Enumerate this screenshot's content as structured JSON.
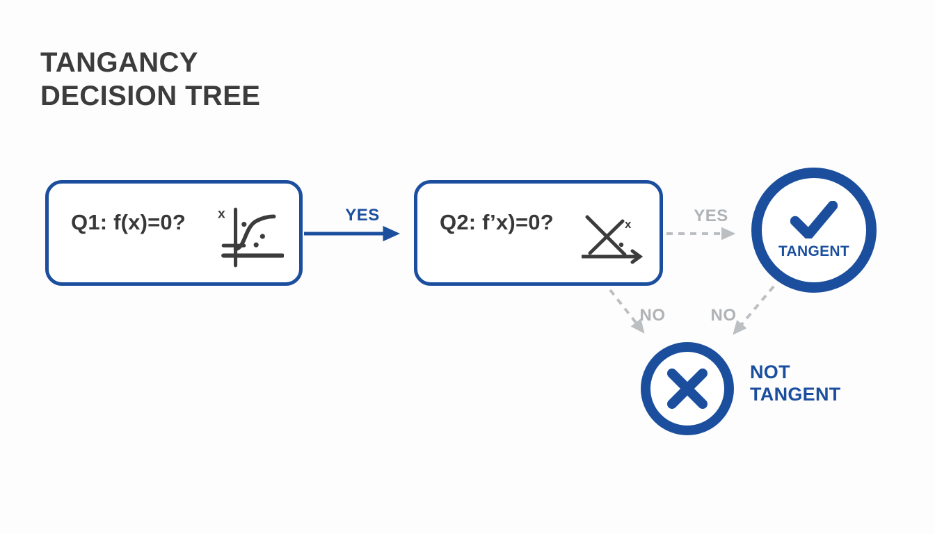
{
  "title": {
    "line1": "TANGANCY",
    "line2": "DECISION TREE"
  },
  "nodes": {
    "q1": {
      "label": "Q1: f(x)=0?",
      "icon": "function-curve-icon"
    },
    "q2": {
      "label": "Q2: f’x)=0?",
      "icon": "crossing-lines-icon"
    },
    "tangent": {
      "label": "TANGENT",
      "icon": "check-icon"
    },
    "not_tangent": {
      "line1": "NOT",
      "line2": "TANGENT",
      "icon": "cross-icon"
    }
  },
  "edges": [
    {
      "from": "Q1",
      "to": "Q2",
      "label": "YES",
      "style": "solid-blue"
    },
    {
      "from": "Q2",
      "to": "TANGENT",
      "label": "YES",
      "style": "dashed-gray"
    },
    {
      "from": "Q2",
      "to": "NOT TANGENT",
      "label": "NO",
      "style": "dashed-gray"
    },
    {
      "from": "TANGENT",
      "to": "NOT TANGENT",
      "label": "NO",
      "style": "dashed-gray"
    }
  ],
  "colors": {
    "accent_blue": "#1b4f9e",
    "dashed_gray": "#bcbfc2",
    "label_gray": "#b0b3b5",
    "text_dark": "#3c3c3c",
    "background": "#fdfdfe"
  }
}
